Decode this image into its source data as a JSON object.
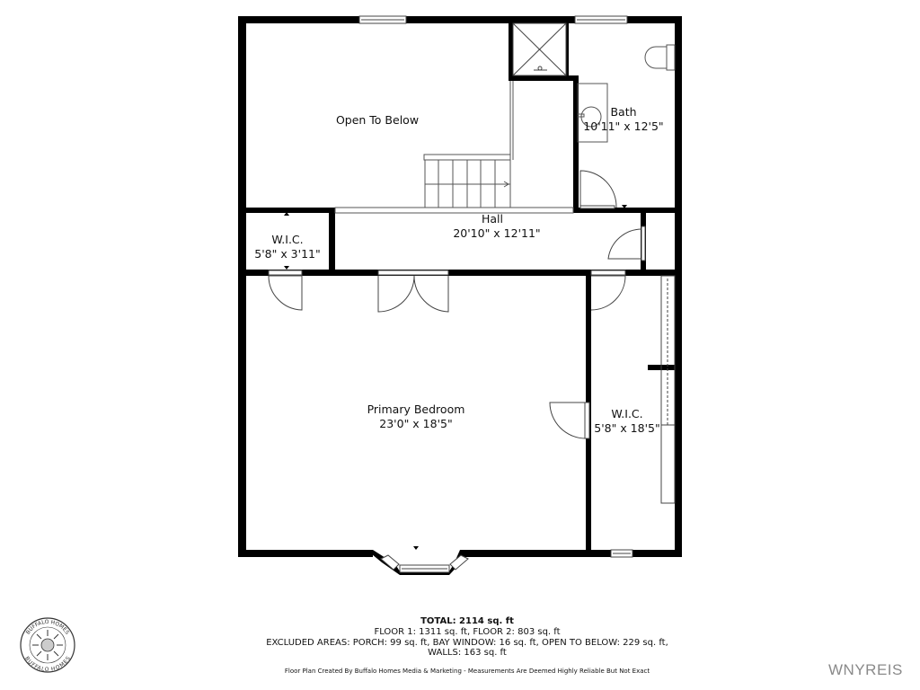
{
  "rooms": [
    {
      "id": "open-to-below",
      "name": "Open To Below",
      "dims": ""
    },
    {
      "id": "bath",
      "name": "Bath",
      "dims": "10'11\" x 12'5\""
    },
    {
      "id": "hall",
      "name": "Hall",
      "dims": "20'10\" x 12'11\""
    },
    {
      "id": "wic-small",
      "name": "W.I.C.",
      "dims": "5'8\" x 3'11\""
    },
    {
      "id": "primary-bedroom",
      "name": "Primary Bedroom",
      "dims": "23'0\" x 18'5\""
    },
    {
      "id": "wic-large",
      "name": "W.I.C.",
      "dims": "5'8\" x 18'5\""
    }
  ],
  "footer": {
    "total": "TOTAL: 2114 sq. ft",
    "floors": "FLOOR 1: 1311 sq. ft, FLOOR 2: 803 sq. ft",
    "excluded": "EXCLUDED AREAS: PORCH: 99 sq. ft, BAY WINDOW: 16 sq. ft, OPEN TO BELOW: 229 sq. ft,",
    "walls": "WALLS: 163 sq. ft",
    "credit": "Floor Plan Created By Buffalo Homes Media & Marketing - Measurements Are Deemed Highly Reliable But Not Exact"
  },
  "logo": {
    "text": "BUFFALO HOMES",
    "icon": "buffalo-homes-seal-icon"
  },
  "watermark": "WNYREIS",
  "colors": {
    "wall": "#000000",
    "fixture": "#555555",
    "background": "#ffffff",
    "watermark": "#8a8a8a"
  }
}
